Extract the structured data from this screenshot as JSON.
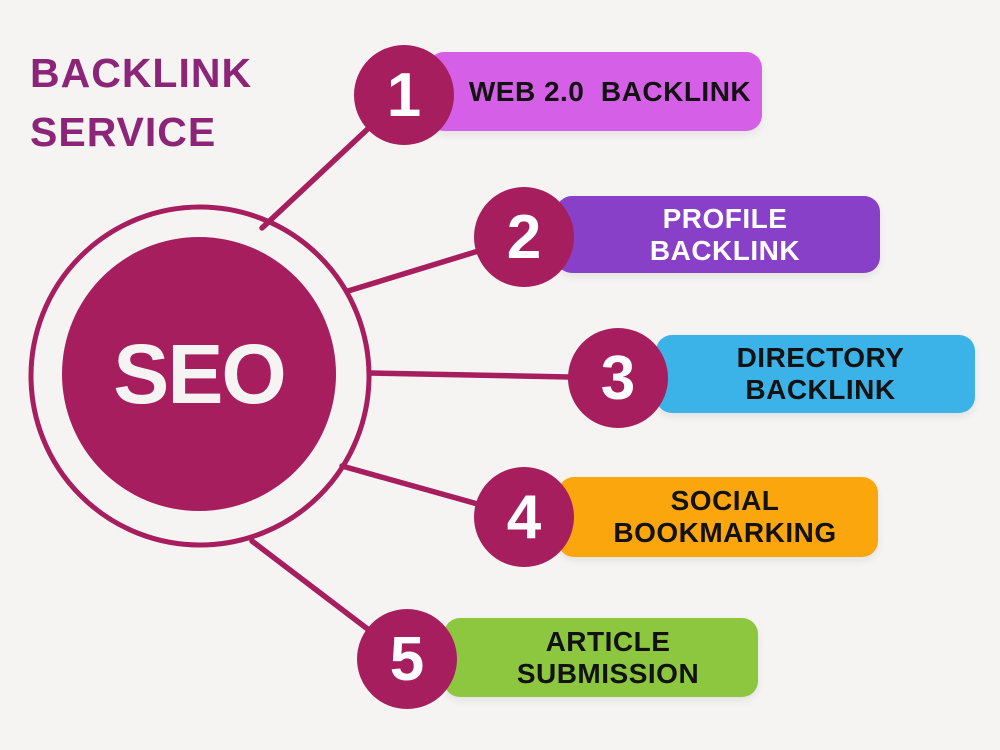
{
  "title": {
    "line1": "BACKLINK",
    "line2": "SERVICE"
  },
  "hub": {
    "label": "SEO"
  },
  "items": [
    {
      "number": "1",
      "label_lines": [
        "WEB 2.0  BACKLINK"
      ],
      "bar_color": "#D55FE6",
      "text_color": "#121212"
    },
    {
      "number": "2",
      "label_lines": [
        "PROFILE",
        "BACKLINK"
      ],
      "bar_color": "#8840C9",
      "text_color": "#FFFFFF"
    },
    {
      "number": "3",
      "label_lines": [
        "DIRECTORY",
        "BACKLINK"
      ],
      "bar_color": "#3BB3E8",
      "text_color": "#121212"
    },
    {
      "number": "4",
      "label_lines": [
        "SOCIAL",
        "BOOKMARKING"
      ],
      "bar_color": "#FCA60D",
      "text_color": "#121212"
    },
    {
      "number": "5",
      "label_lines": [
        "ARTICLE",
        "SUBMISSION"
      ],
      "bar_color": "#8DC63F",
      "text_color": "#121212"
    }
  ],
  "colors": {
    "background": "#F5F4F2",
    "accent": "#A61E5E",
    "title": "#8C2478",
    "hub-text": "#F6F4F3"
  }
}
